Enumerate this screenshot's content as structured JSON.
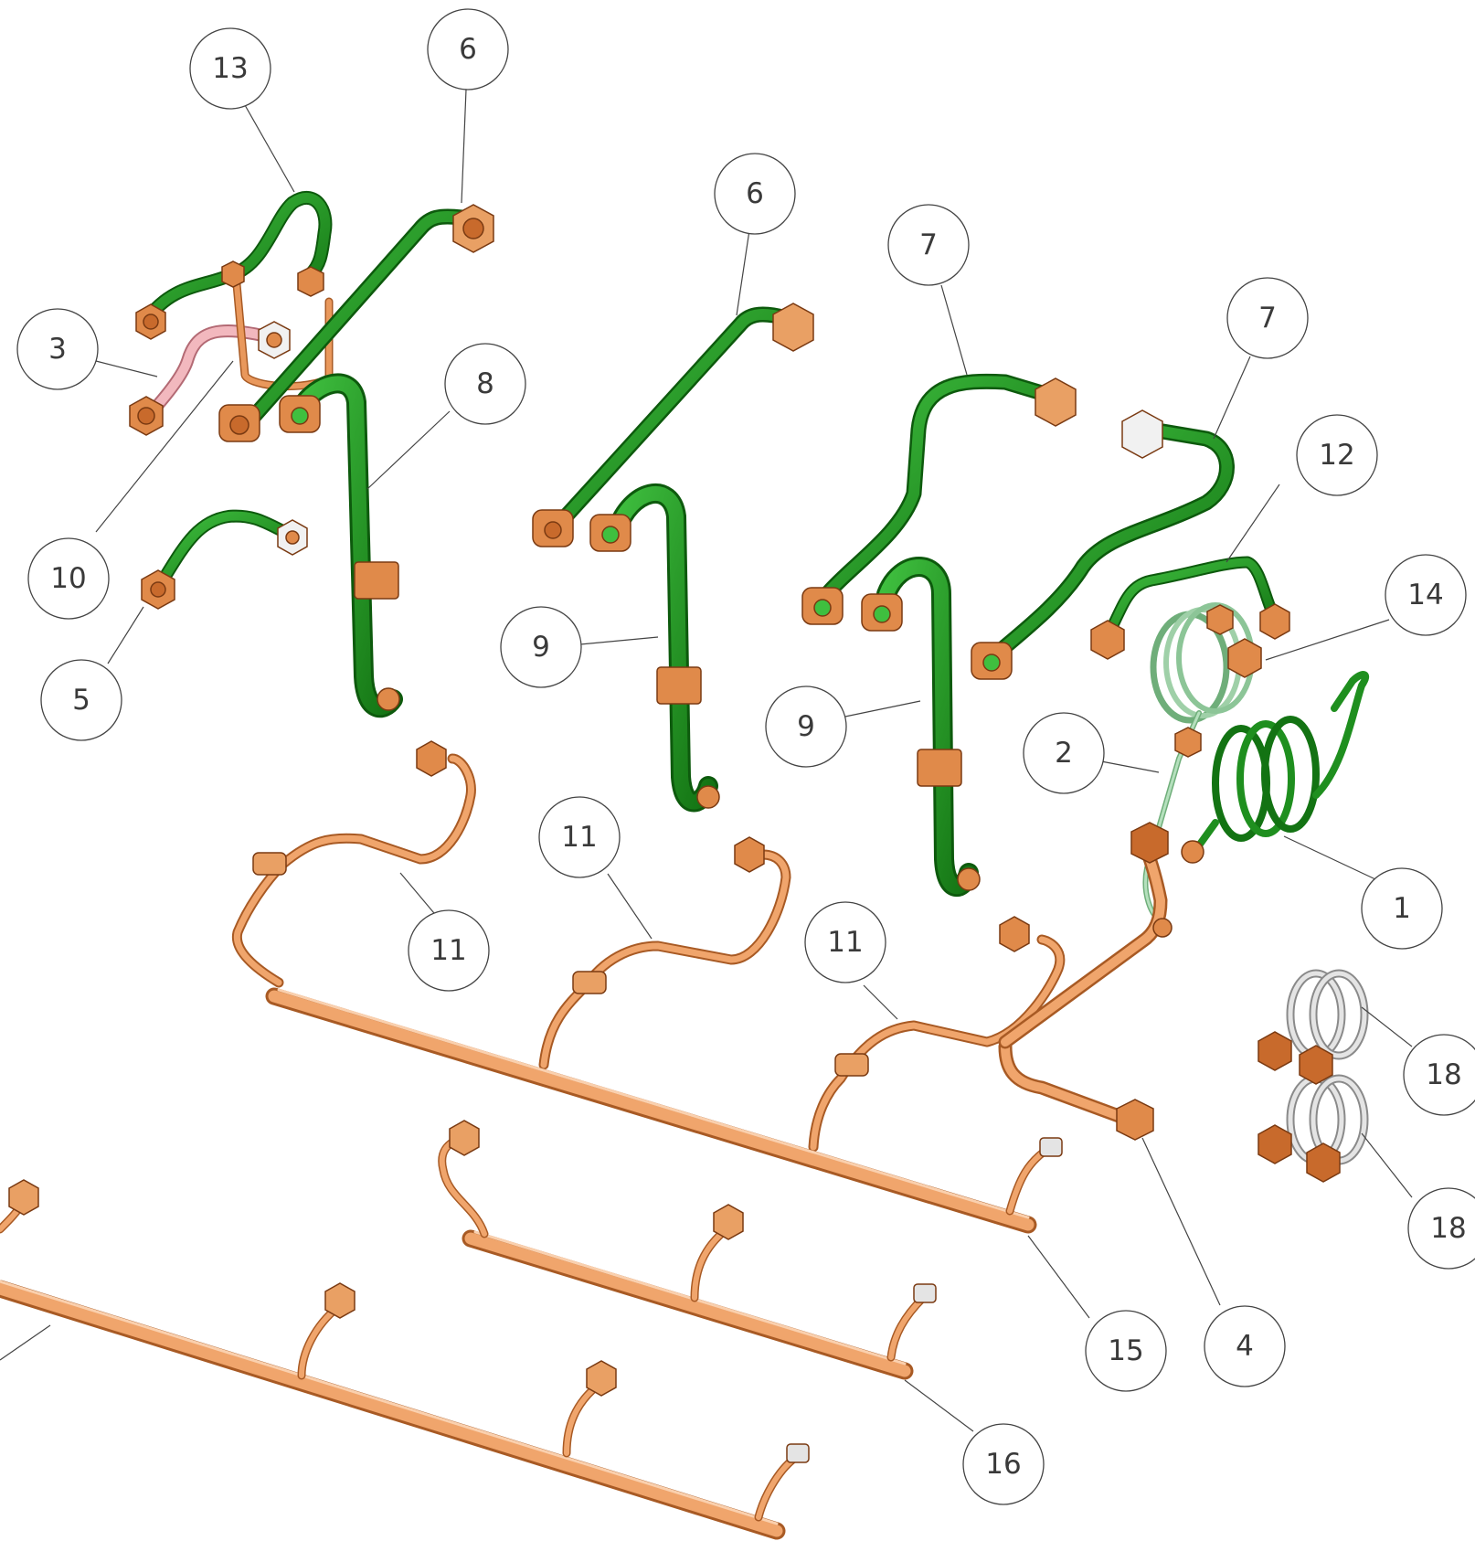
{
  "balloons": [
    {
      "id": "b13",
      "label": "13"
    },
    {
      "id": "b6a",
      "label": "6"
    },
    {
      "id": "b6b",
      "label": "6"
    },
    {
      "id": "b7a",
      "label": "7"
    },
    {
      "id": "b7b",
      "label": "7"
    },
    {
      "id": "b3",
      "label": "3"
    },
    {
      "id": "b8",
      "label": "8"
    },
    {
      "id": "b10",
      "label": "10"
    },
    {
      "id": "b12",
      "label": "12"
    },
    {
      "id": "b14",
      "label": "14"
    },
    {
      "id": "b5",
      "label": "5"
    },
    {
      "id": "b9a",
      "label": "9"
    },
    {
      "id": "b9b",
      "label": "9"
    },
    {
      "id": "b2",
      "label": "2"
    },
    {
      "id": "b11a",
      "label": "11"
    },
    {
      "id": "b11b",
      "label": "11"
    },
    {
      "id": "b11c",
      "label": "11"
    },
    {
      "id": "b1",
      "label": "1"
    },
    {
      "id": "b18a",
      "label": "18"
    },
    {
      "id": "b18b",
      "label": "18"
    },
    {
      "id": "b15",
      "label": "15"
    },
    {
      "id": "b4",
      "label": "4"
    },
    {
      "id": "b16",
      "label": "16"
    }
  ],
  "colors": {
    "green_tube": "#1f8f1f",
    "copper_tube": "#e08a4a",
    "pink_tube": "#e7a0a8",
    "light_green_coil": "#9fd0a8",
    "silver_coil": "#d8d8d8",
    "nut": "#d9773a",
    "balloon_stroke": "#444444"
  }
}
